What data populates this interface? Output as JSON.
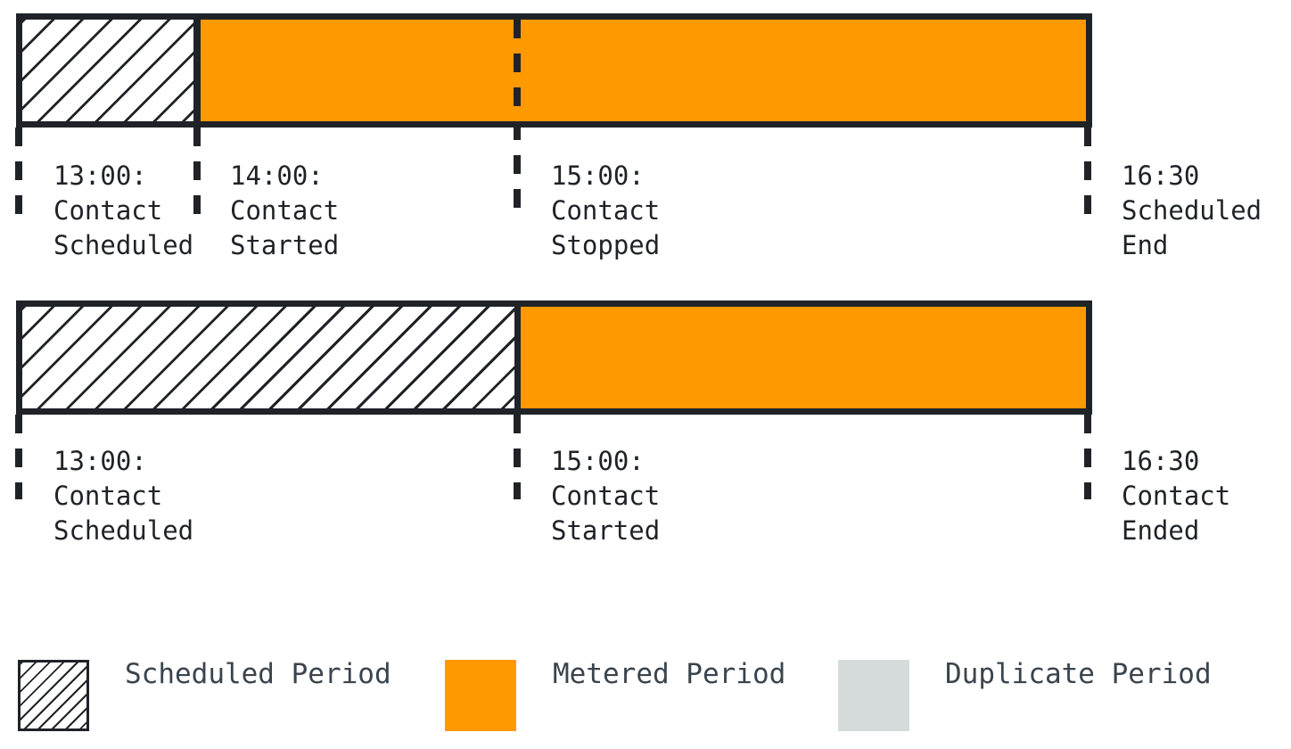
{
  "timelines": [
    {
      "id": "timeline-contact-stopped-early",
      "segments": [
        {
          "type": "scheduled",
          "start": "13:00",
          "end": "14:00"
        },
        {
          "type": "metered",
          "start": "14:00",
          "end": "16:30"
        }
      ],
      "markers": [
        {
          "time": "13:00",
          "event": "Contact Scheduled",
          "text": "13:00:\nContact\nScheduled"
        },
        {
          "time": "14:00",
          "event": "Contact Started",
          "text": "14:00:\nContact\nStarted"
        },
        {
          "time": "15:00",
          "event": "Contact Stopped",
          "text": "15:00:\nContact\nStopped"
        },
        {
          "time": "16:30",
          "event": "Scheduled End",
          "text": "16:30\nScheduled\nEnd"
        }
      ]
    },
    {
      "id": "timeline-contact-started-late",
      "segments": [
        {
          "type": "scheduled",
          "start": "13:00",
          "end": "15:00"
        },
        {
          "type": "metered",
          "start": "15:00",
          "end": "16:30"
        }
      ],
      "markers": [
        {
          "time": "13:00",
          "event": "Contact Scheduled",
          "text": "13:00:\nContact\nScheduled"
        },
        {
          "time": "15:00",
          "event": "Contact Started",
          "text": "15:00:\nContact\nStarted"
        },
        {
          "time": "16:30",
          "event": "Contact Ended",
          "text": "16:30\nContact\nEnded"
        }
      ]
    }
  ],
  "legend": [
    {
      "id": "scheduled-period",
      "swatch": "hatched",
      "label": "Scheduled Period"
    },
    {
      "id": "metered-period",
      "swatch": "orange",
      "label": "Metered Period"
    },
    {
      "id": "duplicate-period",
      "swatch": "gray",
      "label": "Duplicate Period"
    }
  ],
  "colors": {
    "metered_orange": "#FF9900",
    "duplicate_gray": "#D5DBDB",
    "line_ink": "#1F2328",
    "legend_text": "#3A444D"
  }
}
